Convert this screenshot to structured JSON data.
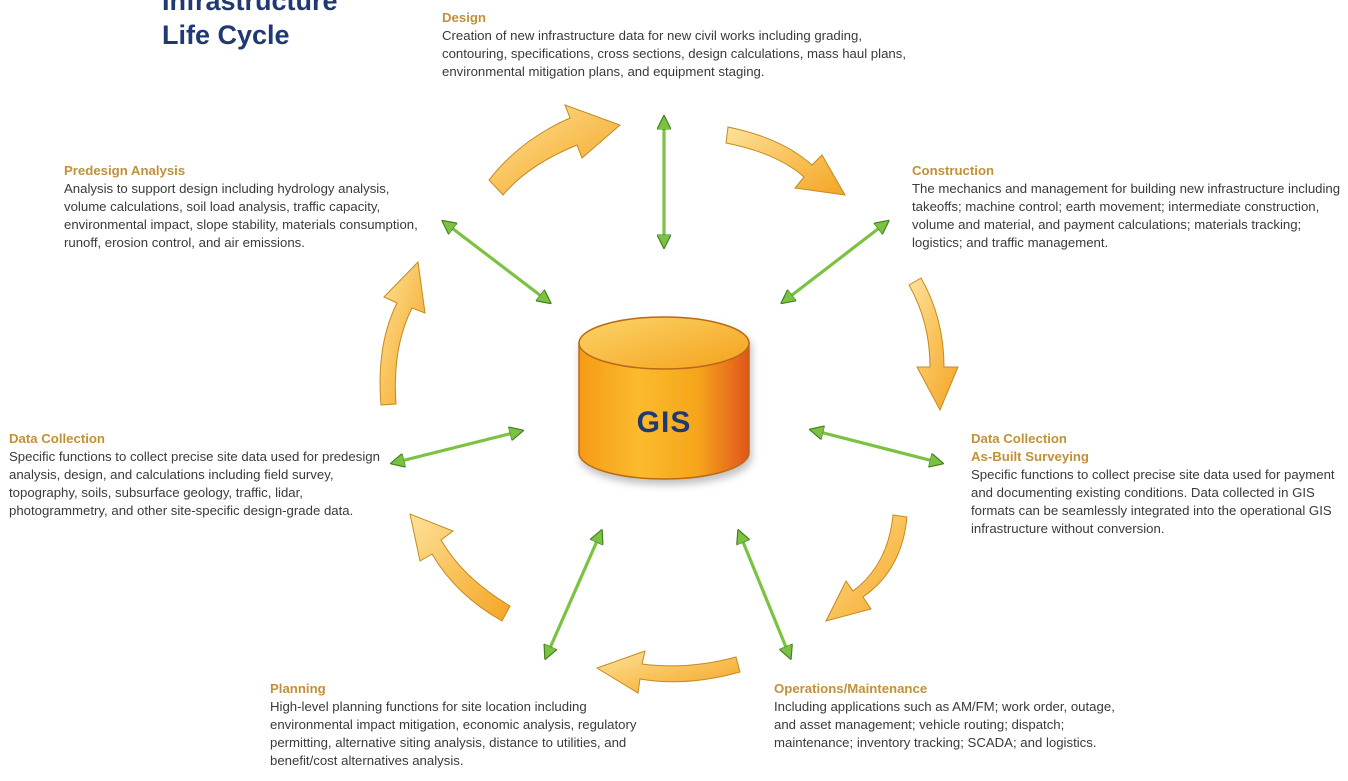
{
  "title": {
    "line1": "Infrastructure",
    "line2": "Life Cycle"
  },
  "center": {
    "label": "GIS"
  },
  "colors": {
    "heading": "#c0913b",
    "title": "#1f3a73",
    "cycle_arrow": "#f7b53c",
    "link_arrow": "#7cc242",
    "cylinder": "#f39a1e"
  },
  "stages": {
    "design": {
      "heading": "Design",
      "body": "Creation of new infrastructure data for new civil works including grading, contouring, specifications, cross sections, design calculations, mass haul plans, environmental mitigation plans, and equipment staging."
    },
    "predesign": {
      "heading": "Predesign Analysis",
      "body": "Analysis to support design including hydrology analysis, volume calculations, soil load analysis, traffic capacity, environmental impact, slope stability, materials consumption, runoff, erosion control, and air emissions."
    },
    "construction": {
      "heading": "Construction",
      "body": "The mechanics and management for building new infrastructure including takeoffs; machine control; earth movement; intermediate construction, volume and material, and payment calculations; materials tracking; logistics; and traffic management."
    },
    "data_collection": {
      "heading": "Data Collection",
      "body": "Specific functions to collect precise site data used for predesign analysis, design, and calculations including field survey, topography, soils, subsurface geology, traffic, lidar, photogrammetry, and other site-specific design-grade data."
    },
    "as_built": {
      "heading": "Data Collection",
      "subheading": "As-Built Surveying",
      "body": "Specific functions to collect precise site data used for payment and documenting existing conditions. Data collected in GIS formats can be seamlessly integrated into the operational GIS infrastructure without conversion."
    },
    "planning": {
      "heading": "Planning",
      "body": "High-level planning functions for site location including environmental impact mitigation, economic analysis, regulatory permitting, alternative siting analysis, distance to utilities, and benefit/cost alternatives analysis."
    },
    "operations": {
      "heading": "Operations/Maintenance",
      "body": "Including applications such as AM/FM; work order, outage, and asset management; vehicle routing; dispatch; maintenance; inventory tracking; SCADA; and logistics."
    }
  }
}
